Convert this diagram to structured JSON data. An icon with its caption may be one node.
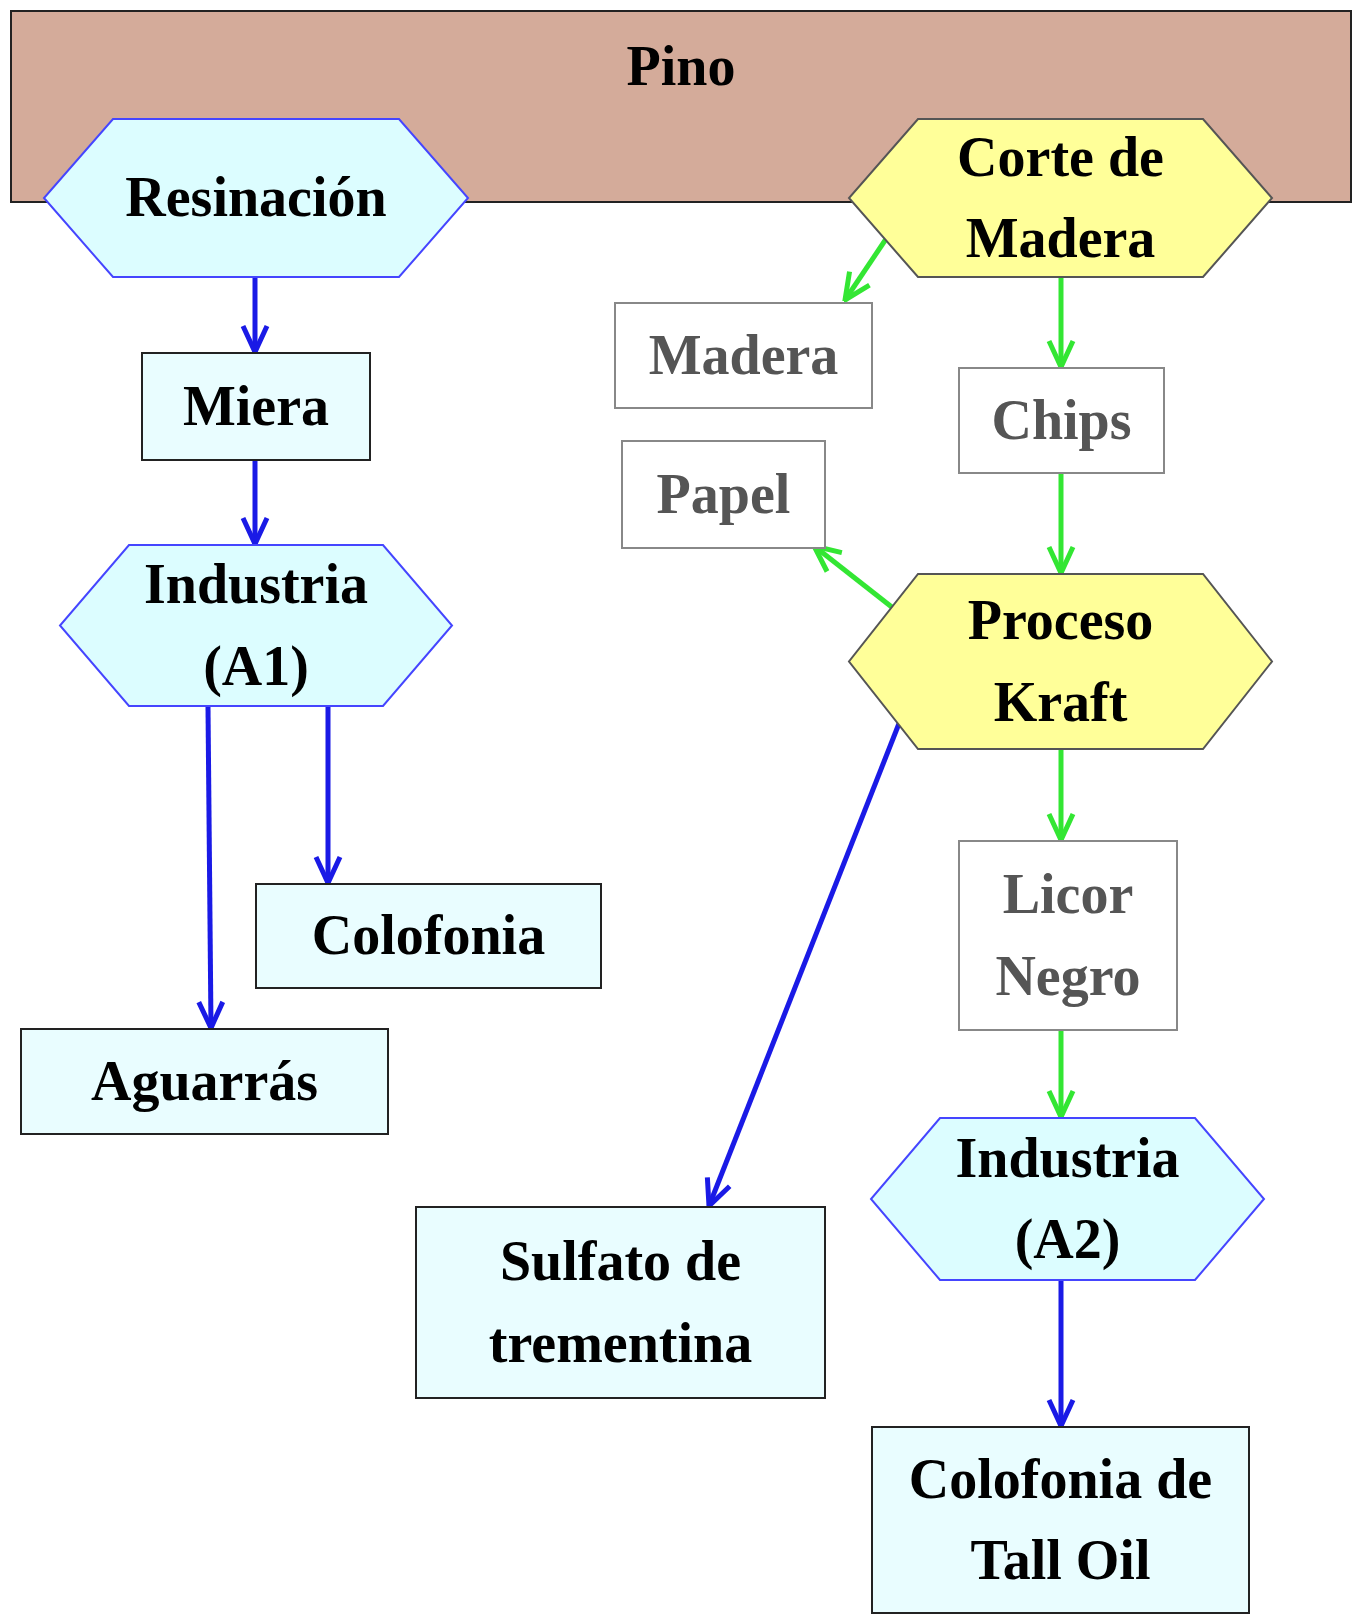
{
  "diagram": {
    "nodes": [
      {
        "text": [
          "Pino"
        ]
      },
      {
        "text": [
          "Resinación"
        ]
      },
      {
        "text": [
          "Miera"
        ]
      },
      {
        "text": [
          "Industria (A1)"
        ]
      },
      {
        "text": [
          "Colofonia"
        ]
      },
      {
        "text": [
          "Aguarrás"
        ]
      },
      {
        "text": [
          "Corte de Madera"
        ]
      },
      {
        "text": [
          "Madera"
        ]
      },
      {
        "text": [
          "Chips"
        ]
      },
      {
        "text": [
          "Papel"
        ]
      },
      {
        "text": [
          "Proceso Kraft"
        ]
      },
      {
        "text": [
          "Licor Negro"
        ]
      },
      {
        "text": [
          "Industria (A2)"
        ]
      },
      {
        "text": [
          "Sulfato de trementina"
        ]
      },
      {
        "text": [
          "Colofonia de Tall Oil"
        ]
      }
    ],
    "edges": [
      {
        "from": 1,
        "to": 2,
        "arrow": "to"
      },
      {
        "from": 2,
        "to": 3,
        "arrow": "to"
      },
      {
        "from": 3,
        "to": 5,
        "arrow": "to"
      },
      {
        "from": 3,
        "to": 4,
        "arrow": "to"
      },
      {
        "from": 6,
        "to": 7,
        "arrow": "to",
        "color": "#33e633"
      },
      {
        "from": 6,
        "to": 8,
        "arrow": "to",
        "color": "#33e633"
      },
      {
        "from": 8,
        "to": 10,
        "arrow": "to",
        "color": "#33e633"
      },
      {
        "from": 10,
        "to": 9,
        "arrow": "to",
        "color": "#33e633"
      },
      {
        "from": 10,
        "to": 13,
        "arrow": "to"
      },
      {
        "from": 10,
        "to": 11,
        "arrow": "to",
        "color": "#33e633"
      },
      {
        "from": 11,
        "to": 12,
        "arrow": "to",
        "color": "#33e633"
      },
      {
        "from": 12,
        "to": 14,
        "arrow": "to"
      }
    ]
  }
}
